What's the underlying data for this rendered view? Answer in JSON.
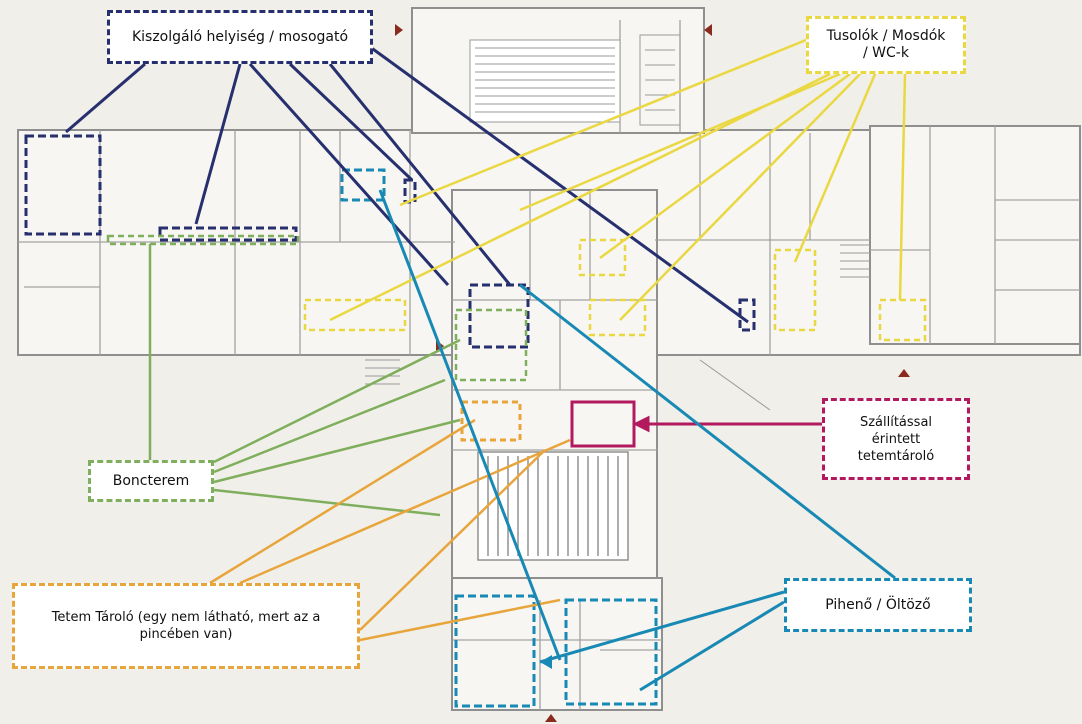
{
  "labels": {
    "kitchen": "Kiszolgáló helyiség / mosogató",
    "showers_line1": "Tusolók / Mosdók",
    "showers_line2": "/ WC-k",
    "autopsy": "Boncterem",
    "transport_line1": "Szállítással",
    "transport_line2": "érintett",
    "transport_line3": "tetemtároló",
    "storage_line1": "Tetem Tároló (egy nem látható, mert az a",
    "storage_line2": "pincében van)",
    "rest_room": "Pihenő / Öltöző"
  },
  "colors": {
    "kitchen": "#27306e",
    "showers": "#ead843",
    "autopsy": "#7fae5c",
    "transport": "#b3195f",
    "storage": "#e7a53c",
    "rest_room": "#1889b4",
    "plan_line": "#8f8f8f",
    "plan_fill": "#f7f6f2"
  }
}
